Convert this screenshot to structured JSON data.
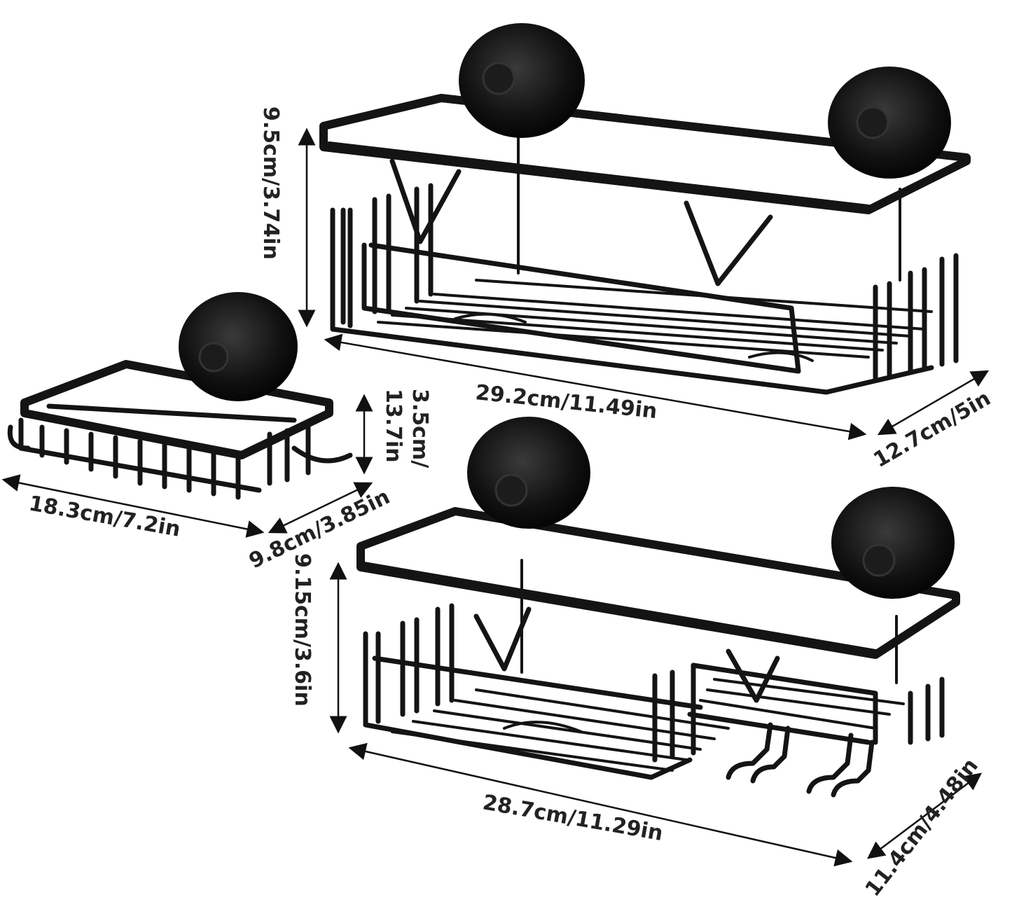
{
  "colors": {
    "background": "#ffffff",
    "product": "#141414",
    "dimension_text": "#222222"
  },
  "dimensions": {
    "top_shelf_height": "9.5cm/3.74in",
    "top_shelf_width": "29.2cm/11.49in",
    "top_shelf_depth": "12.7cm/5in",
    "soap_dish_height_line1": "3.5cm/",
    "soap_dish_height_line2": "13.7in",
    "soap_dish_width": "18.3cm/7.2in",
    "soap_dish_depth": "9.8cm/3.85in",
    "bottom_shelf_height": "9.15cm/3.6in",
    "bottom_shelf_width": "28.7cm/11.29in",
    "bottom_shelf_depth": "11.4cm/4.48in"
  },
  "products": [
    {
      "name": "top-shelf",
      "icon": "shower-caddy-shelf"
    },
    {
      "name": "soap-dish",
      "icon": "soap-dish-basket"
    },
    {
      "name": "bottom-shelf",
      "icon": "shower-caddy-shelf-with-hooks"
    }
  ]
}
